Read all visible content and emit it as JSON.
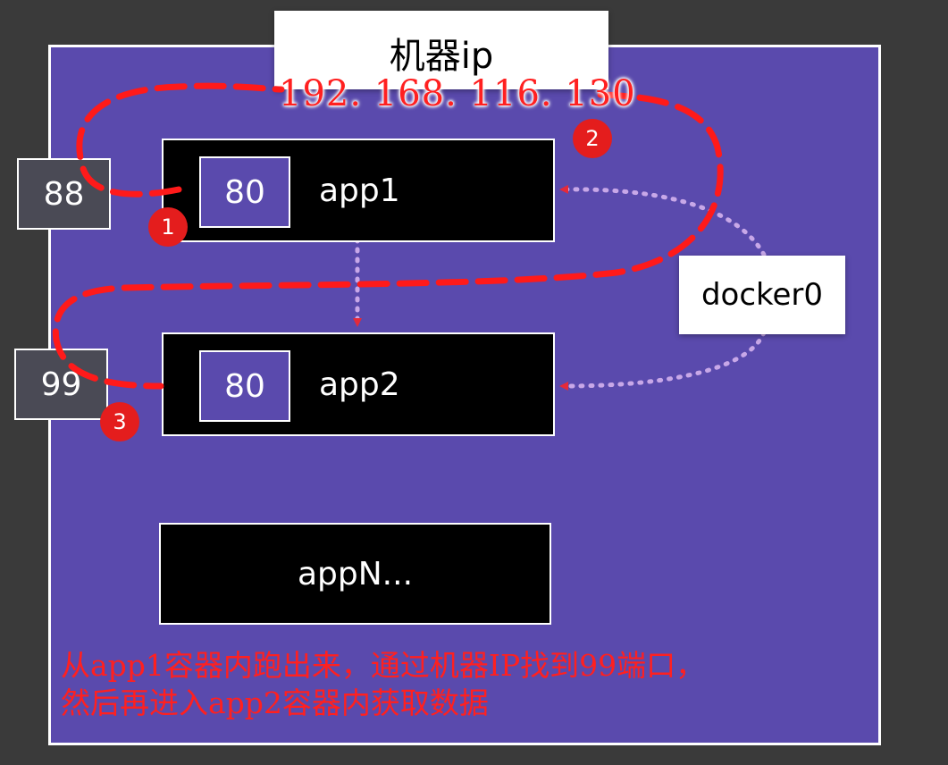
{
  "machine": {
    "title": "机器ip",
    "ip": "192. 168. 116. 130"
  },
  "apps": [
    {
      "name": "app1",
      "port": "80"
    },
    {
      "name": "app2",
      "port": "80"
    },
    {
      "name": "appN..."
    }
  ],
  "host_ports": [
    "88",
    "99"
  ],
  "docker0": "docker0",
  "steps": [
    "1",
    "2",
    "3"
  ],
  "note": {
    "line1": "从app1容器内跑出来，通过机器IP找到99端口，",
    "line2": "然后再进入app2容器内获取数据"
  },
  "colors": {
    "host_bg": "#5a4aad",
    "accent_red": "#ff2020",
    "app_bg": "#000000",
    "dotted_arrow": "#c8a8e8"
  }
}
